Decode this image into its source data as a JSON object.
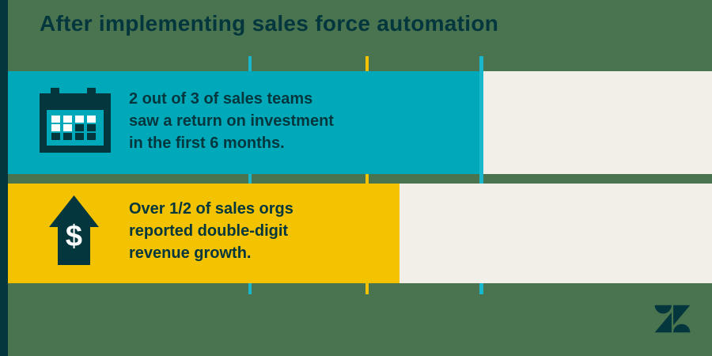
{
  "title": "After implementing sales force automation",
  "colors": {
    "background_green": "#4a7350",
    "dark_teal": "#03363d",
    "bar_teal": "#00a9ba",
    "bar_yellow": "#f3c200",
    "track_offwhite": "#f2efe9",
    "tick_cyan": "#18b7cb",
    "tick_yellow": "#f3c200"
  },
  "chart_data": {
    "type": "bar",
    "orientation": "horizontal",
    "title": "After implementing sales force automation",
    "xlim": [
      0,
      1
    ],
    "grid": "on",
    "gridlines": [
      {
        "value": 0.333,
        "color": "#18b7cb"
      },
      {
        "value": 0.5,
        "color": "#f3c200"
      },
      {
        "value": 0.667,
        "color": "#18b7cb"
      }
    ],
    "track_value": 1.0,
    "series": [
      {
        "name": "ROI in first 6 months",
        "label": "2 out of 3 of sales teams saw a return on investment in the first 6 months.",
        "value": 0.667,
        "color": "#00a9ba",
        "icon": "calendar-icon"
      },
      {
        "name": "Double-digit revenue growth",
        "label": "Over 1/2 of sales orgs reported double-digit revenue growth.",
        "value": 0.55,
        "color": "#f3c200",
        "icon": "dollar-arrow-icon"
      }
    ],
    "legend": "off"
  },
  "bars": [
    {
      "lines": [
        "2 out of 3 of sales teams",
        "saw a return on investment",
        "in the first 6 months."
      ]
    },
    {
      "lines": [
        "Over 1/2 of sales orgs",
        "reported double-digit",
        "revenue growth."
      ]
    }
  ],
  "icons": {
    "calendar": "calendar-icon",
    "dollar_arrow": "dollar-arrow-icon",
    "dollar_sign": "$",
    "logo": "zendesk-logomark"
  }
}
